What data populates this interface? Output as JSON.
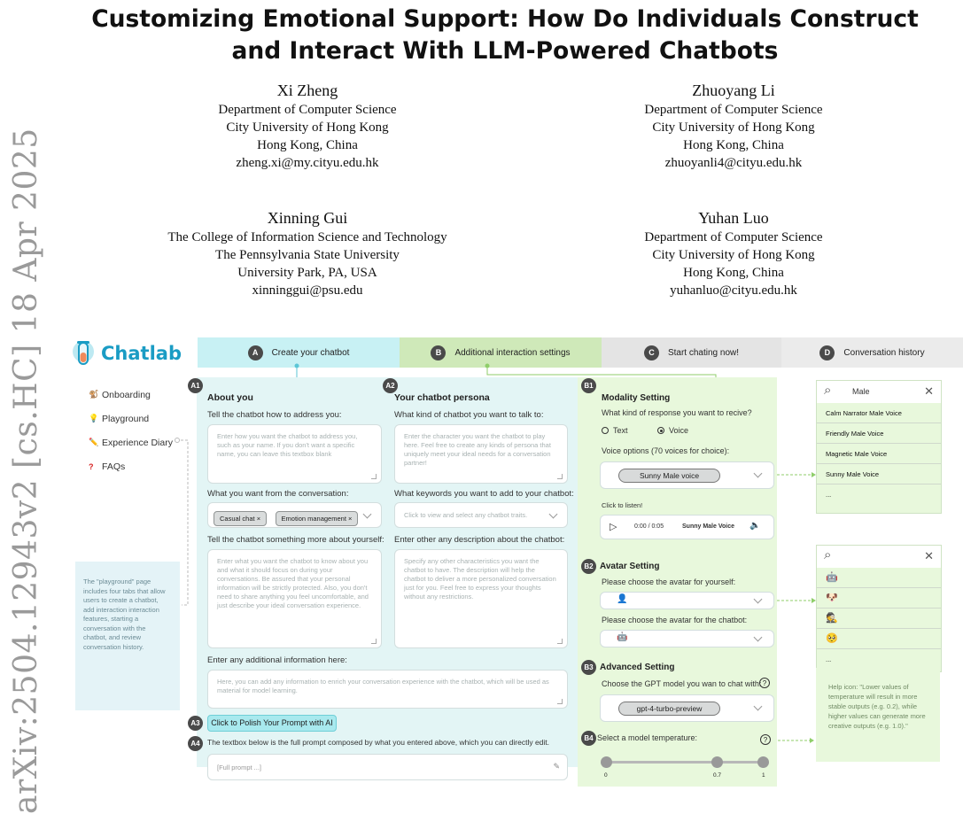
{
  "arxiv_id": "arXiv:2504.12943v2  [cs.HC]  18 Apr 2025",
  "title_line1": "Customizing Emotional Support: How Do Individuals Construct",
  "title_line2": "and Interact With LLM-Powered Chatbots",
  "authors": [
    {
      "name": "Xi Zheng",
      "lines": [
        "Department of Computer Science",
        "City University of Hong Kong",
        "Hong Kong, China",
        "zheng.xi@my.cityu.edu.hk"
      ]
    },
    {
      "name": "Zhuoyang Li",
      "lines": [
        "Department of Computer Science",
        "City University of Hong Kong",
        "Hong Kong, China",
        "zhuoyanli4@cityu.edu.hk"
      ]
    },
    {
      "name": "Xinning Gui",
      "lines": [
        "The College of Information Science and Technology",
        "The Pennsylvania State University",
        "University Park, PA, USA",
        "xinninggui@psu.edu"
      ]
    },
    {
      "name": "Yuhan Luo",
      "lines": [
        "Department of Computer Science",
        "City University of Hong Kong",
        "Hong Kong, China",
        "yuhanluo@cityu.edu.hk"
      ]
    }
  ],
  "figure": {
    "logo": "Chatlab",
    "tabs": [
      {
        "badge": "A",
        "label": "Create your chatbot"
      },
      {
        "badge": "B",
        "label": "Additional interaction settings"
      },
      {
        "badge": "C",
        "label": "Start chating now!"
      },
      {
        "badge": "D",
        "label": "Conversation history"
      }
    ],
    "menu": [
      {
        "icon": "🐒",
        "label": "Onboarding"
      },
      {
        "icon": "💡",
        "label": "Playground"
      },
      {
        "icon": "✏️",
        "label": "Experience Diary"
      },
      {
        "icon": "?",
        "label": "FAQs"
      }
    ],
    "side_note": "The \"playground\" page includes four tabs that allow users to create a chatbot, add interaction interaction features, starting a conversation with the chatbot, and review conversation history.",
    "a1": {
      "badge": "A1",
      "heading": "About you",
      "q1": "Tell the chatbot how to address you:",
      "q1_placeholder": "Enter how you want the chatbot to address you, such as your name. If you don't want a specific name, you can leave this textbox blank",
      "q2": "What you want from the conversation:",
      "chips": [
        "Casual chat",
        "Emotion management"
      ],
      "q3": "Tell the chatbot something more about yourself:",
      "q3_placeholder": "Enter what you want the chatbot to know about you and what it should focus on during your conversations. Be assured that your personal information will be strictly protected. Also, you don't need to share anything you feel uncomfortable, and just describe your ideal conversation experience."
    },
    "a2": {
      "badge": "A2",
      "heading": "Your chatbot persona",
      "q1": "What kind of chatbot you want to talk to:",
      "q1_placeholder": "Enter the character you want the chatbot to play here. Feel free to create any kinds of persona that uniquely meet your ideal needs for a conversation partner!",
      "q2": "What keywords you want to add to your chatbot:",
      "q2_placeholder": "Click to view and select any chatbot traits.",
      "q3": "Enter other any description about the chatbot:",
      "q3_placeholder": "Specify any other characteristics you want the chatbot to have. The description will help the chatbot to deliver a more personalized conversation just for you. Feel free to express your thoughts without any restrictions."
    },
    "extra": {
      "label": "Enter any additional information here:",
      "placeholder": "Here, you can add any information to enrich your conversation experience with the chatbot, which will be used as material for model learning."
    },
    "a3": {
      "badge": "A3",
      "button": "Click to Polish Your Prompt with AI"
    },
    "a4": {
      "badge": "A4",
      "label": "The textbox below is the full prompt composed by what you entered above, which you can directly edit.",
      "value": "[Full prompt ...]"
    },
    "b1": {
      "badge": "B1",
      "heading": "Modality Setting",
      "question": "What kind of response you want to recive?",
      "opt_text": "Text",
      "opt_voice": "Voice",
      "voice_label": "Voice options (70 voices for choice):",
      "voice_selected": "Sunny Male voice",
      "listen": "Click to listen!",
      "player_time": "0:00 / 0:05",
      "player_name": "Sunny Male Voice"
    },
    "b2": {
      "badge": "B2",
      "heading": "Avatar Setting",
      "q_user": "Please choose the avatar for yourself:",
      "q_bot": "Please choose the avatar for the chatbot:"
    },
    "b3": {
      "badge": "B3",
      "heading": "Advanced Setting",
      "q": "Choose the GPT model you wan to chat with:",
      "model": "gpt-4-turbo-preview"
    },
    "b4": {
      "badge": "B4",
      "label": "Select a model temperature:",
      "tick_min": "0",
      "tick_mid": "0.7",
      "tick_max": "1",
      "value": 0.7
    },
    "voice_list": {
      "search": "Male",
      "items": [
        "Calm Narrator Male Voice",
        "Friendly Male Voice",
        "Magnetic Male Voice",
        "Sunny Male Voice",
        "..."
      ]
    },
    "avatar_list": {
      "items": [
        "🤖",
        "🐶",
        "🕵️",
        "🥺",
        "..."
      ]
    },
    "help_note": "Help icon: \"Lower values of temperature will result in more stable outputs (e.g. 0.2), while higher values can generate more creative outputs (e.g. 1.0).\""
  }
}
